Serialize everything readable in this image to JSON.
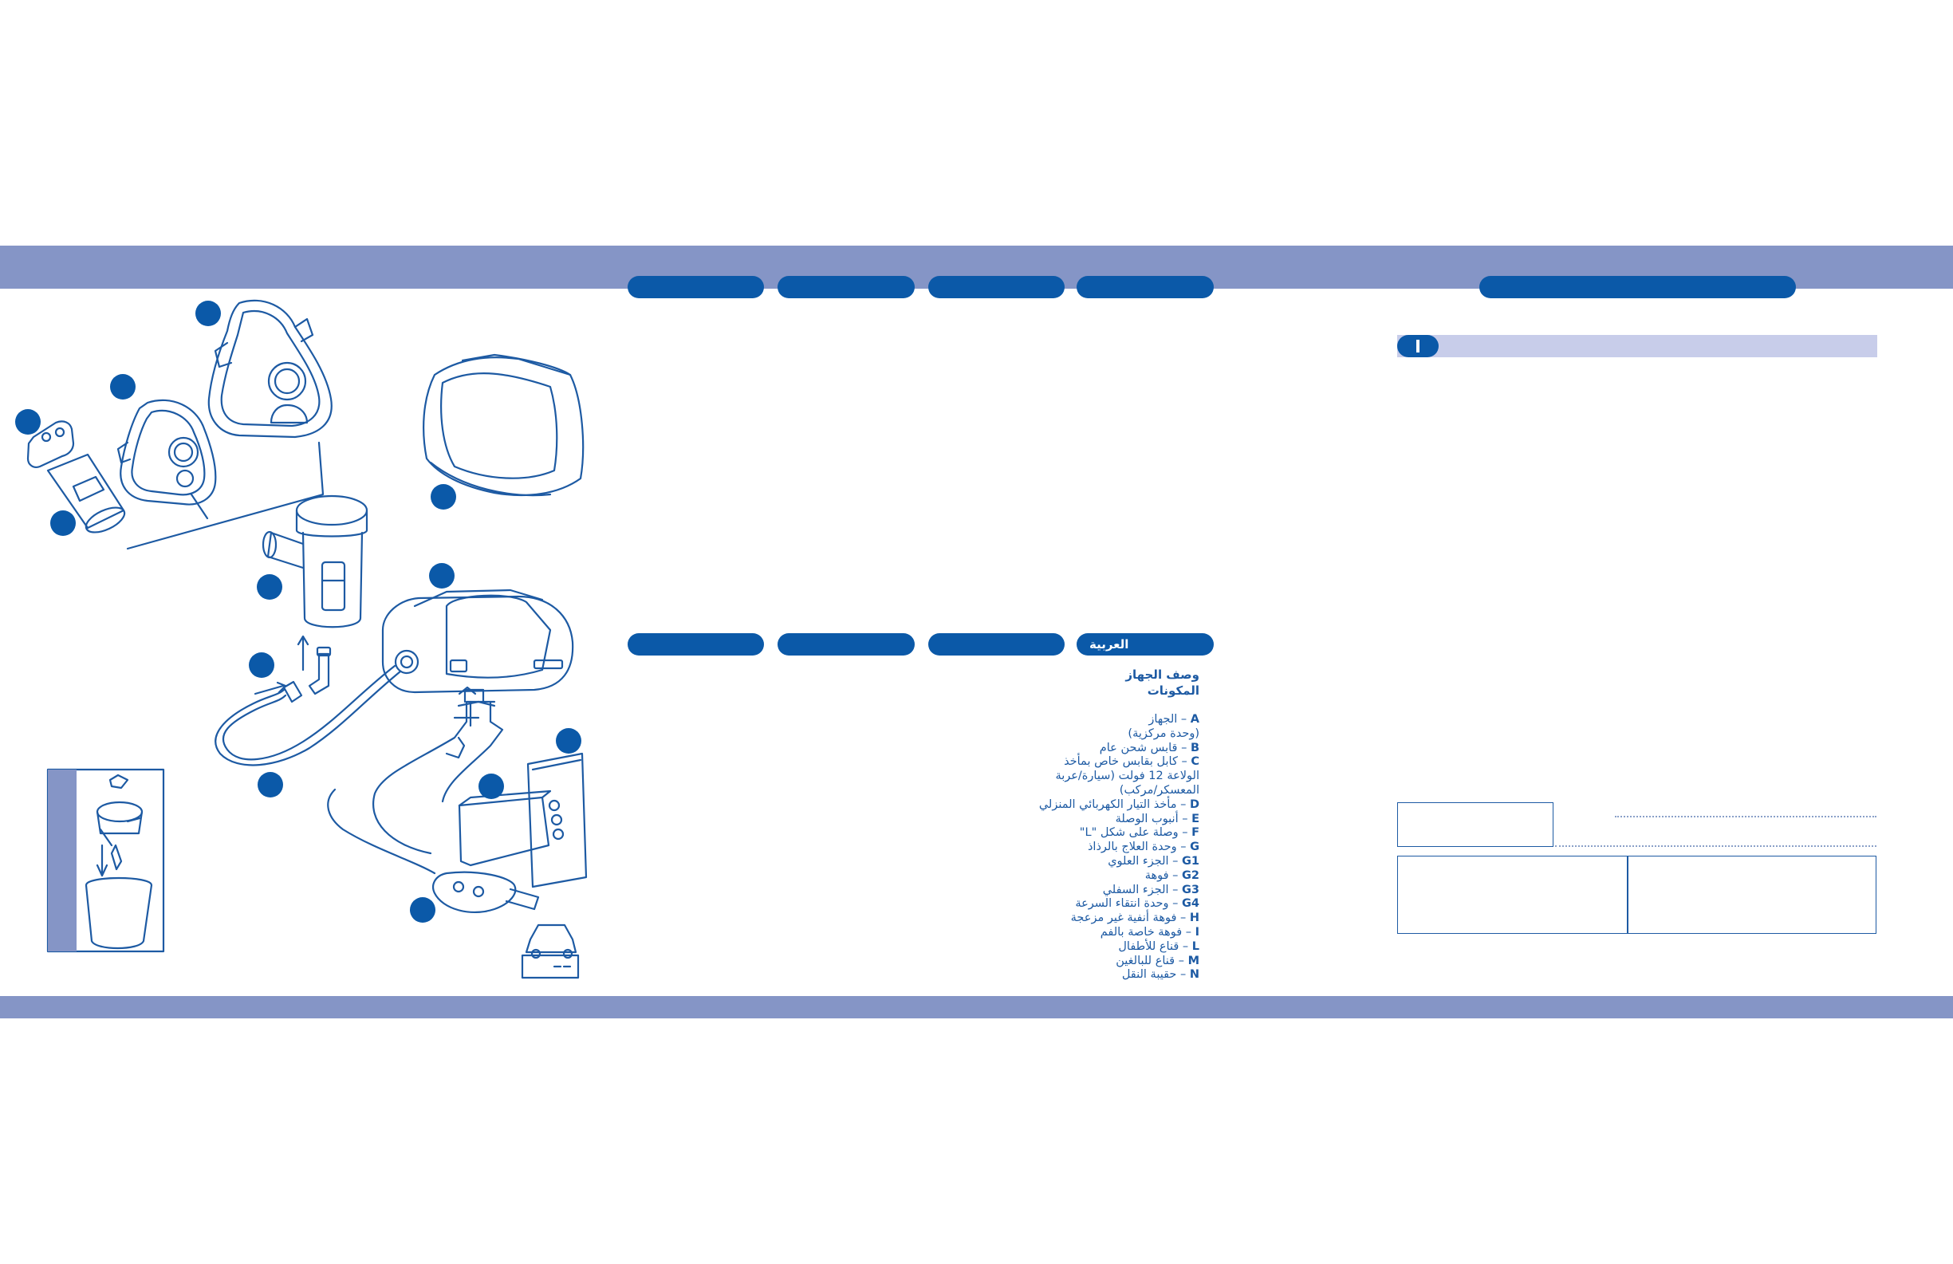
{
  "header_pills": [
    "",
    "",
    "",
    ""
  ],
  "arabic_pills": [
    "",
    "",
    "",
    "العربية"
  ],
  "right_header_pill": "",
  "arabic_section": {
    "title": "وصف الجهاز",
    "subtitle": "المكونات",
    "items": [
      {
        "key": "A",
        "text": "– الجهاز"
      },
      {
        "key": "",
        "text": "(وحدة مركزية)"
      },
      {
        "key": "B",
        "text": "– قابس شحن عام"
      },
      {
        "key": "C",
        "text": "– كابل بقابس خاص بمأخذ"
      },
      {
        "key": "",
        "text": "الولاعة 12 فولت (سيارة/عربة"
      },
      {
        "key": "",
        "text": "المعسكر/مركب)"
      },
      {
        "key": "D",
        "text": "– مأخذ التيار الكهربائي المنزلي"
      },
      {
        "key": "E",
        "text": "– أنبوب الوصلة"
      },
      {
        "key": "F",
        "text": "– وصلة على شكل \"L\""
      },
      {
        "key": "G",
        "text": "– وحدة العلاج بالرذاذ"
      },
      {
        "key": "G1",
        "text": "– الجزء العلوي"
      },
      {
        "key": "G2",
        "text": "– فوهة"
      },
      {
        "key": "G3",
        "text": "– الجزء السفلي"
      },
      {
        "key": "G4",
        "text": "– وحدة انتقاء السرعة"
      },
      {
        "key": "H",
        "text": "– فوهة أنفية غير مزعجة"
      },
      {
        "key": "I",
        "text": "– فوهة خاصة بالفم"
      },
      {
        "key": "L",
        "text": "– قناع للأطفال"
      },
      {
        "key": "M",
        "text": "– قناع للبالغين"
      },
      {
        "key": "N",
        "text": "– حقيبة النقل"
      }
    ]
  },
  "icons": [
    "nebulizer-compressor-icon",
    "adult-mask-icon",
    "child-mask-icon",
    "nasal-nozzle-icon",
    "mouthpiece-icon",
    "nebulizer-cup-icon",
    "l-connector-icon",
    "tube-icon",
    "carry-bag-icon",
    "power-adapter-icon",
    "car-plug-icon",
    "car-icon",
    "wall-socket-icon"
  ],
  "colors": {
    "band": "#8595c6",
    "accent": "#0b59a8",
    "line": "#1d5aa3",
    "light_bar": "#c8cdea"
  }
}
